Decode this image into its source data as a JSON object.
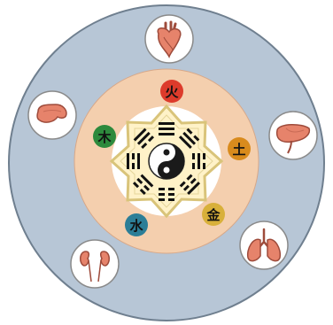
{
  "title": "",
  "elements": {
    "fire": "火",
    "earth": "土",
    "metal": "金",
    "water": "水",
    "wood": "木"
  },
  "organs": [
    "heart-icon",
    "spleen-icon",
    "lungs-icon",
    "kidneys-icon",
    "liver-icon"
  ],
  "colors": {
    "outer_ring": "#b7c6d6",
    "middle_ring": "#f4cfae",
    "inner_disc": "#ffffff",
    "bagua_fill": "#fff2c8",
    "bagua_stroke": "#d9c47a",
    "fire": "#dd3b2b",
    "earth": "#d98b1d",
    "metal": "#d8b03a",
    "water": "#2c7e97",
    "wood": "#2d8a3d",
    "organ_fill": "#e6836b",
    "organ_stroke": "#9e4b3b"
  }
}
